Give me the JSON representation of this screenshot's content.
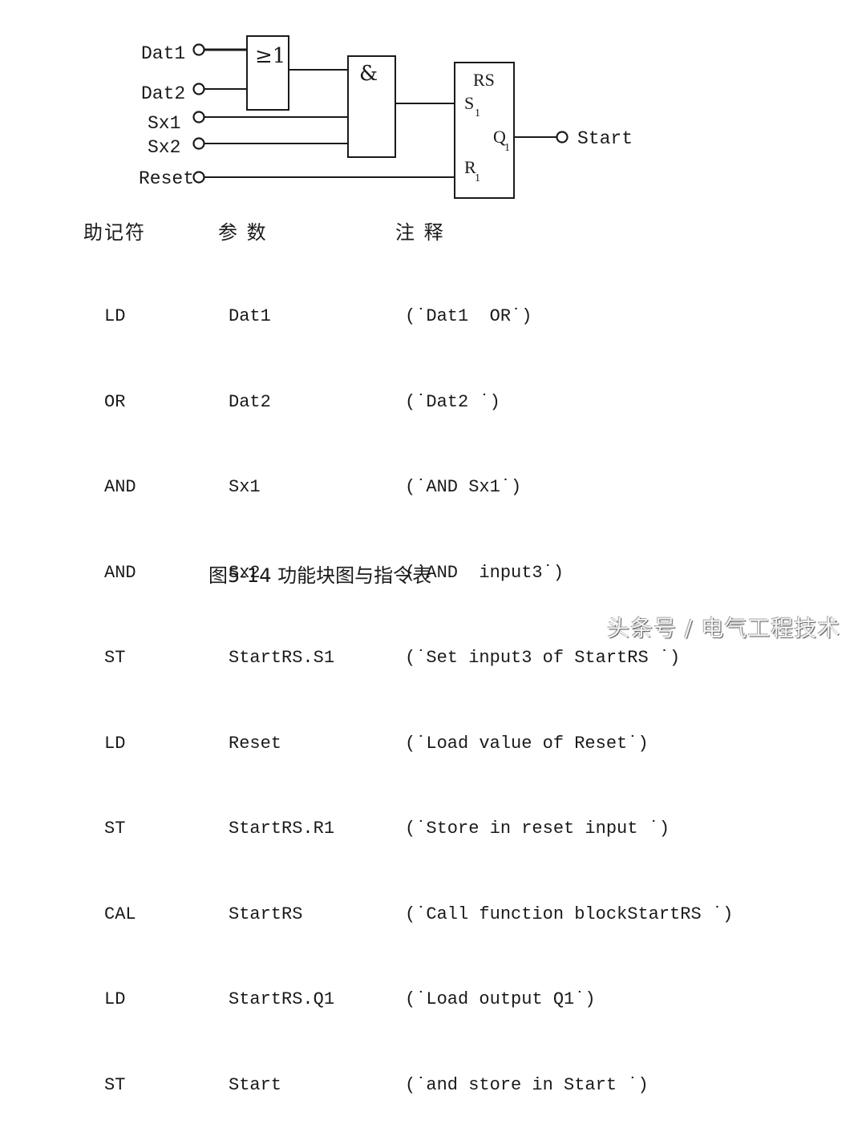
{
  "diagram": {
    "inputs": [
      "Dat1",
      "Dat2",
      "Sx1",
      "Sx2",
      "Reset"
    ],
    "or_block_symbol": "≥1",
    "and_block_symbol": "&",
    "rs_block": {
      "title": "RS",
      "set_port": "S",
      "set_sub": "1",
      "reset_port": "R",
      "reset_sub": "1",
      "output_port": "Q",
      "output_sub": "1"
    },
    "output": "Start"
  },
  "table": {
    "headers": {
      "mnemonic": "助记符",
      "operand": "参 数",
      "comment": "注 释"
    },
    "rows": [
      {
        "mnemonic": "LD",
        "operand": "Dat1",
        "comment": "(˙Dat1  OR˙)"
      },
      {
        "mnemonic": "OR",
        "operand": "Dat2",
        "comment": "(˙Dat2 ˙)"
      },
      {
        "mnemonic": "AND",
        "operand": "Sx1",
        "comment": "(˙AND Sx1˙)"
      },
      {
        "mnemonic": "AND",
        "operand": "Sx2",
        "comment": "(˙AND  input3˙)"
      },
      {
        "mnemonic": "ST",
        "operand": "StartRS.S1",
        "comment": "(˙Set input3 of StartRS ˙)"
      },
      {
        "mnemonic": "LD",
        "operand": "Reset",
        "comment": "(˙Load value of Reset˙)"
      },
      {
        "mnemonic": "ST",
        "operand": "StartRS.R1",
        "comment": "(˙Store in reset input ˙)"
      },
      {
        "mnemonic": "CAL",
        "operand": "StartRS",
        "comment": "(˙Call function blockStartRS ˙)"
      },
      {
        "mnemonic": "LD",
        "operand": "StartRS.Q1",
        "comment": "(˙Load output Q1˙)"
      },
      {
        "mnemonic": "ST",
        "operand": "Start",
        "comment": "(˙and store in Start ˙)"
      }
    ]
  },
  "caption": "图5-14   功能块图与指令表",
  "watermark": "头条号 / 电气工程技术"
}
